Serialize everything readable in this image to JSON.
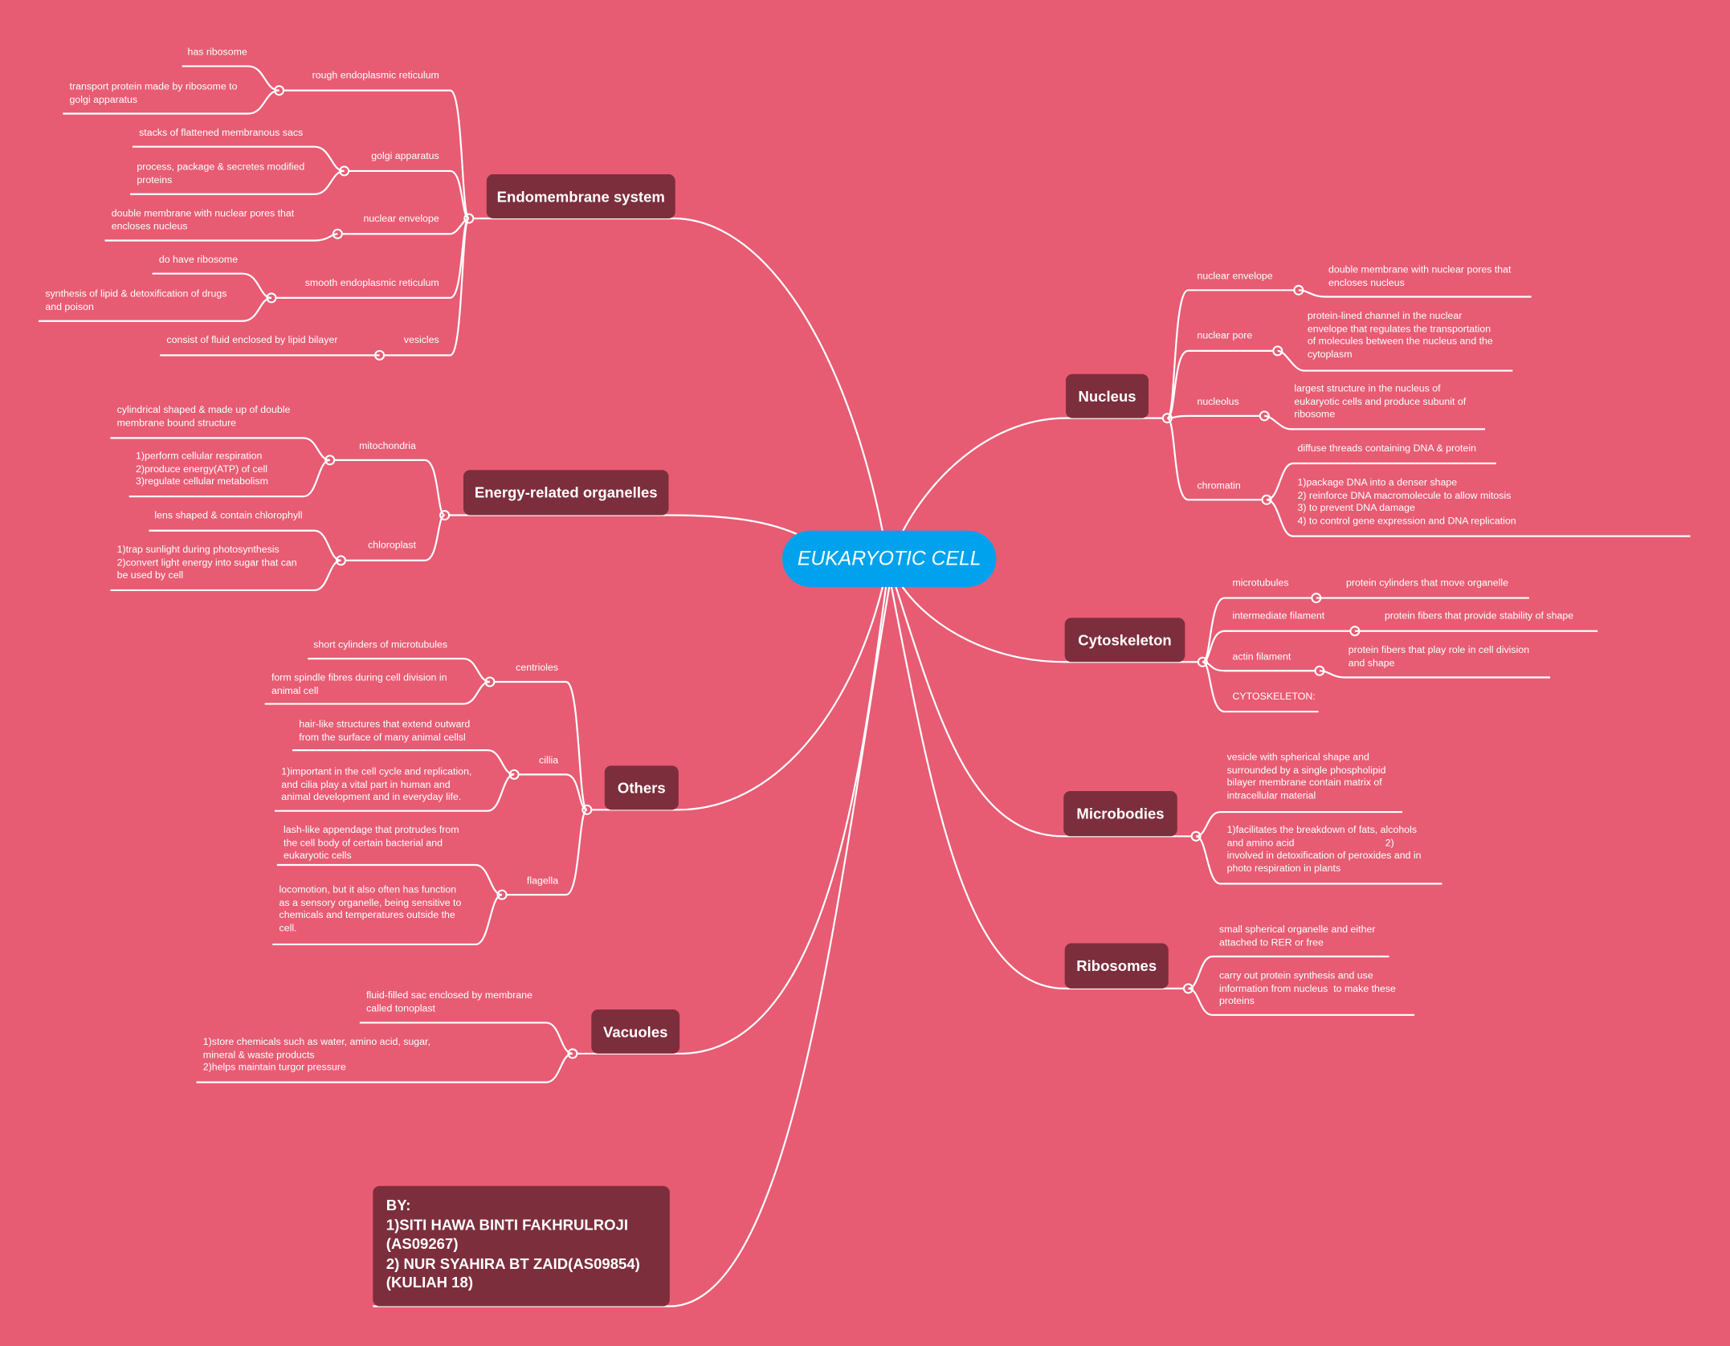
{
  "central": "EUKARYOTIC CELL",
  "topics": {
    "endomembrane": "Endomembrane system",
    "energy": "Energy-related organelles",
    "others": "Others",
    "vacuoles": "Vacuoles",
    "nucleus": "Nucleus",
    "cytoskeleton": "Cytoskeleton",
    "microbodies": "Microbodies",
    "ribosomes": "Ribosomes"
  },
  "endomembrane": {
    "rer": {
      "label": "rough endoplasmic reticulum",
      "details": [
        "has ribosome",
        "transport protein made by ribosome to\ngolgi apparatus"
      ]
    },
    "golgi": {
      "label": "golgi apparatus",
      "details": [
        "stacks of flattened membranous sacs",
        "process, package & secretes modified\nproteins"
      ]
    },
    "nuclear_envelope": {
      "label": "nuclear envelope",
      "details": [
        "double membrane with nuclear pores that\nencloses nucleus"
      ]
    },
    "ser": {
      "label": "smooth endoplasmic reticulum",
      "details": [
        "do have ribosome",
        "synthesis of lipid & detoxification of drugs\nand poison"
      ]
    },
    "vesicles": {
      "label": "vesicles",
      "details": [
        "consist of fluid enclosed by lipid bilayer"
      ]
    }
  },
  "energy": {
    "mitochondria": {
      "label": "mitochondria",
      "details": [
        "cylindrical shaped & made up of double\nmembrane bound structure",
        "1)perform cellular respiration\n2)produce energy(ATP) of cell\n3)regulate cellular metabolism"
      ]
    },
    "chloroplast": {
      "label": "chloroplast",
      "details": [
        "lens shaped & contain chlorophyll",
        "1)trap sunlight during photosynthesis\n2)convert light energy into sugar that can\nbe used by cell"
      ]
    }
  },
  "others": {
    "centrioles": {
      "label": "centrioles",
      "details": [
        "short cylinders of microtubules",
        "form spindle fibres during cell division in\nanimal cell"
      ]
    },
    "cillia": {
      "label": "cillia",
      "details": [
        "hair-like structures that extend outward\nfrom the surface of many animal cellsl",
        "1)important in the cell cycle and replication,\nand cilia play a vital part in human and\nanimal development and in everyday life."
      ]
    },
    "flagella": {
      "label": "flagella",
      "details": [
        "lash-like appendage that protrudes from\nthe cell body of certain bacterial and\neukaryotic cells",
        "locomotion, but it also often has function\nas a sensory organelle, being sensitive to\nchemicals and temperatures outside the\ncell."
      ]
    }
  },
  "vacuoles": {
    "details": [
      "fluid-filled sac enclosed by membrane\ncalled tonoplast",
      "1)store chemicals such as water, amino acid, sugar,\nmineral & waste products\n2)helps maintain turgor pressure"
    ]
  },
  "nucleus": {
    "nuclear_envelope": {
      "label": "nuclear envelope",
      "details": [
        "double membrane with nuclear pores that\nencloses nucleus"
      ]
    },
    "nuclear_pore": {
      "label": "nuclear pore",
      "details": [
        "protein-lined channel in the nuclear\nenvelope that regulates the transportation\nof molecules between the nucleus and the\ncytoplasm"
      ]
    },
    "nucleolus": {
      "label": "nucleolus",
      "details": [
        "largest structure in the nucleus of\neukaryotic cells and produce subunit of\nribosome"
      ]
    },
    "chromatin": {
      "label": "chromatin",
      "details": [
        "diffuse threads containing DNA & protein",
        "1)package DNA into a denser shape\n2) reinforce DNA macromolecule to allow mitosis\n3) to prevent DNA damage\n4) to control gene expression and DNA replication"
      ]
    }
  },
  "cytoskeleton": {
    "microtubules": {
      "label": "microtubules",
      "details": [
        "protein cylinders that move organelle"
      ]
    },
    "intermediate": {
      "label": "intermediate filament",
      "details": [
        "protein fibers that provide stability of shape"
      ]
    },
    "actin": {
      "label": "actin filament",
      "details": [
        "protein fibers that play role in cell division\nand shape"
      ]
    },
    "cyto_label": "CYTOSKELETON:"
  },
  "microbodies": {
    "details": [
      "vesicle with spherical shape and\nsurrounded by a single phospholipid\nbilayer membrane contain matrix of\nintracellular material",
      "1)facilitates the breakdown of fats, alcohols\nand amino acid                                 2)\ninvolved in detoxification of peroxides and in\nphoto respiration in plants"
    ]
  },
  "ribosomes": {
    "details": [
      "small spherical organelle and either\nattached to RER or free",
      "carry out protein synthesis and use\ninformation from nucleus  to make these\nproteins"
    ]
  },
  "author": [
    "BY:",
    "1)SITI HAWA BINTI FAKHRULROJI",
    "(AS09267)",
    "2) NUR SYAHIRA BT ZAID(AS09854)",
    "(KULIAH 18)"
  ],
  "colors": {
    "background": "#e75c73",
    "topic": "#7d2e3c",
    "central": "#00a2ed",
    "line": "#ffffff"
  }
}
